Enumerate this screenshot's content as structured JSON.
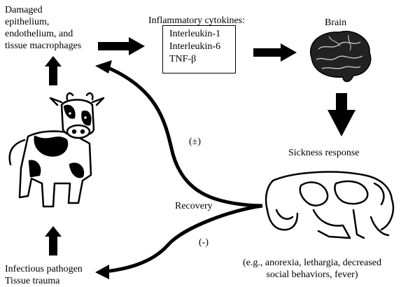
{
  "damaged": [
    "Damaged",
    "epithelium,",
    "endothelium, and",
    "tissue macrophages"
  ],
  "cytokines": {
    "title": "Inflammatory cytokines:",
    "items": [
      "Interleukin-1",
      "Interleukin-6",
      "TNF-β"
    ]
  },
  "brain": "Brain",
  "sickness": {
    "title": "Sickness response",
    "description": [
      "(e.g., anorexia, lethargia, decreased",
      "social behaviors, fever)"
    ]
  },
  "recovery": "Recovery",
  "plus_minus": "(±)",
  "minus": "(-)",
  "infection": [
    "Infectious pathogen",
    "Tissue trauma"
  ]
}
